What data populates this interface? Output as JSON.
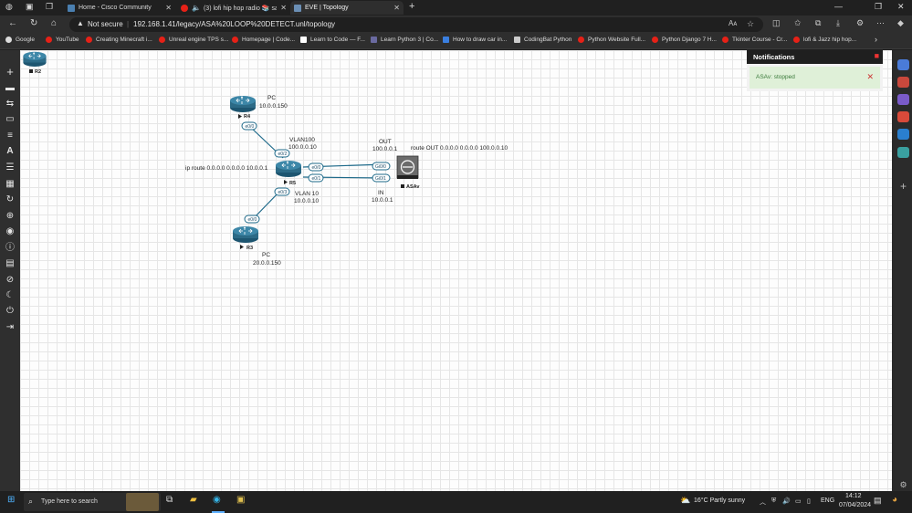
{
  "browser": {
    "tabs": [
      {
        "label": "Home - Cisco Community",
        "active": false
      },
      {
        "label": "(3) lofi hip hop radio 📚 sa",
        "active": false
      },
      {
        "label": "EVE | Topology",
        "active": true
      }
    ],
    "new_tab_icon": "plus-icon",
    "security_label": "Not secure",
    "url": "192.168.1.41/legacy/ASA%20LOOP%20DETECT.unl/topology",
    "reader_label": "Aᴀ"
  },
  "bookmarks": [
    "Google",
    "YouTube",
    "Creating Minecraft i...",
    "Unreal engine TPS s...",
    "Homepage | Code...",
    "Learn to Code — F...",
    "Learn Python 3 | Co...",
    "How to draw car in...",
    "CodingBat Python",
    "Python Website Full...",
    "Python Django 7 H...",
    "Tkinter Course - Cr...",
    "lofi & Jazz hip hop..."
  ],
  "topology": {
    "nodes": {
      "r2": {
        "label": "R2"
      },
      "r4": {
        "label": "R4"
      },
      "r5": {
        "label": "R5"
      },
      "r3": {
        "label": "R3"
      },
      "asav": {
        "label": "ASAv"
      }
    },
    "ports": {
      "r4_e00": "e0/0",
      "r5_e02": "e0/2",
      "r5_e00": "e0/0",
      "r5_e01": "e0/1",
      "r5_e03": "e0/3",
      "r3_e00": "e0/0",
      "asa_gi00": "Gi0/0",
      "asa_gi01": "Gi0/1"
    },
    "text": {
      "pc1_title": "PC",
      "pc1_ip": "10.0.0.150",
      "vlan100": "VLAN100",
      "vlan100_ip": "100.0.0.10",
      "out": "OUT",
      "out_ip": "100.0.0.1",
      "route_out": "route OUT 0.0.0.0 0.0.0.0 100.0.0.10",
      "ip_route": "ip route 0.0.0.0 0.0.0.0 10.0.0.1",
      "vlan10": "VLAN 10",
      "vlan10_ip": "10.0.0.10",
      "in": "IN",
      "in_ip": "10.0.0.1",
      "pc2_title": "PC",
      "pc2_ip": "20.0.0.150"
    }
  },
  "notifications": {
    "title": "Notifications",
    "message": "ASAv: stopped"
  },
  "taskbar": {
    "search_placeholder": "Type here to search",
    "weather": "16°C  Partly sunny",
    "language": "ENG",
    "time": "14:12",
    "date": "07/04/2024"
  },
  "colors": {
    "link": "#1e6a8a",
    "router": "#2c6a86",
    "notif_bg": "#dff0d8",
    "notif_text": "#3a7a3a"
  }
}
